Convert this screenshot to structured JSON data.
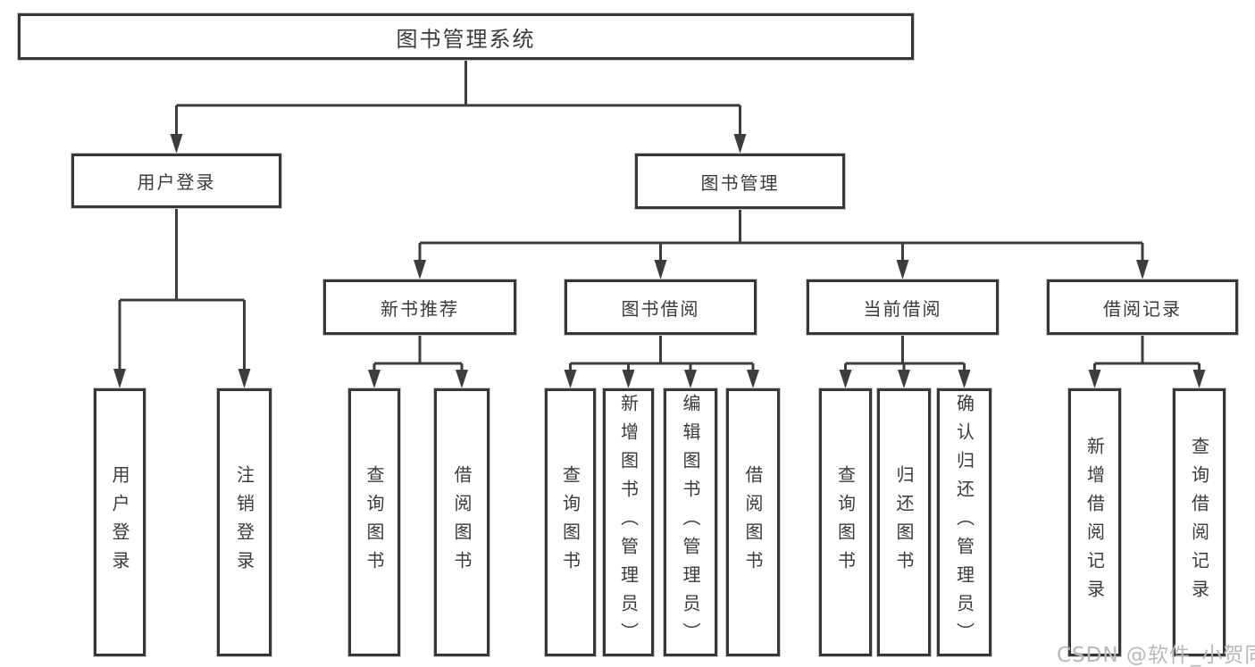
{
  "diagram": {
    "type": "hierarchy-tree",
    "nodes": {
      "root": {
        "label": "图书管理系统"
      },
      "level2": [
        {
          "label": "用户登录"
        },
        {
          "label": "图书管理"
        }
      ],
      "level3": [
        {
          "label": "新书推荐",
          "parent": "图书管理"
        },
        {
          "label": "图书借阅",
          "parent": "图书管理"
        },
        {
          "label": "当前借阅",
          "parent": "图书管理"
        },
        {
          "label": "借阅记录",
          "parent": "图书管理"
        }
      ],
      "leaves": [
        {
          "label": "用户登录",
          "parent": "用户登录"
        },
        {
          "label": "注销登录",
          "parent": "用户登录"
        },
        {
          "label": "查询图书",
          "parent": "新书推荐"
        },
        {
          "label": "借阅图书",
          "parent": "新书推荐"
        },
        {
          "label": "查询图书",
          "parent": "图书借阅"
        },
        {
          "label": "新增图书（管理员）",
          "parent": "图书借阅"
        },
        {
          "label": "编辑图书（管理员）",
          "parent": "图书借阅"
        },
        {
          "label": "借阅图书",
          "parent": "图书借阅"
        },
        {
          "label": "查询图书",
          "parent": "当前借阅"
        },
        {
          "label": "归还图书",
          "parent": "当前借阅"
        },
        {
          "label": "确认归还（管理员）",
          "parent": "当前借阅"
        },
        {
          "label": "新增借阅记录",
          "parent": "借阅记录"
        },
        {
          "label": "查询借阅记录",
          "parent": "借阅记录"
        }
      ]
    },
    "colors": {
      "line": "#3d3d3d",
      "box_border": "#373737",
      "text": "#3a3a3a",
      "background": "#ffffff",
      "watermark": "#b2b2b2"
    }
  },
  "watermark": {
    "text": "CSDN @软件_小贺同学"
  }
}
